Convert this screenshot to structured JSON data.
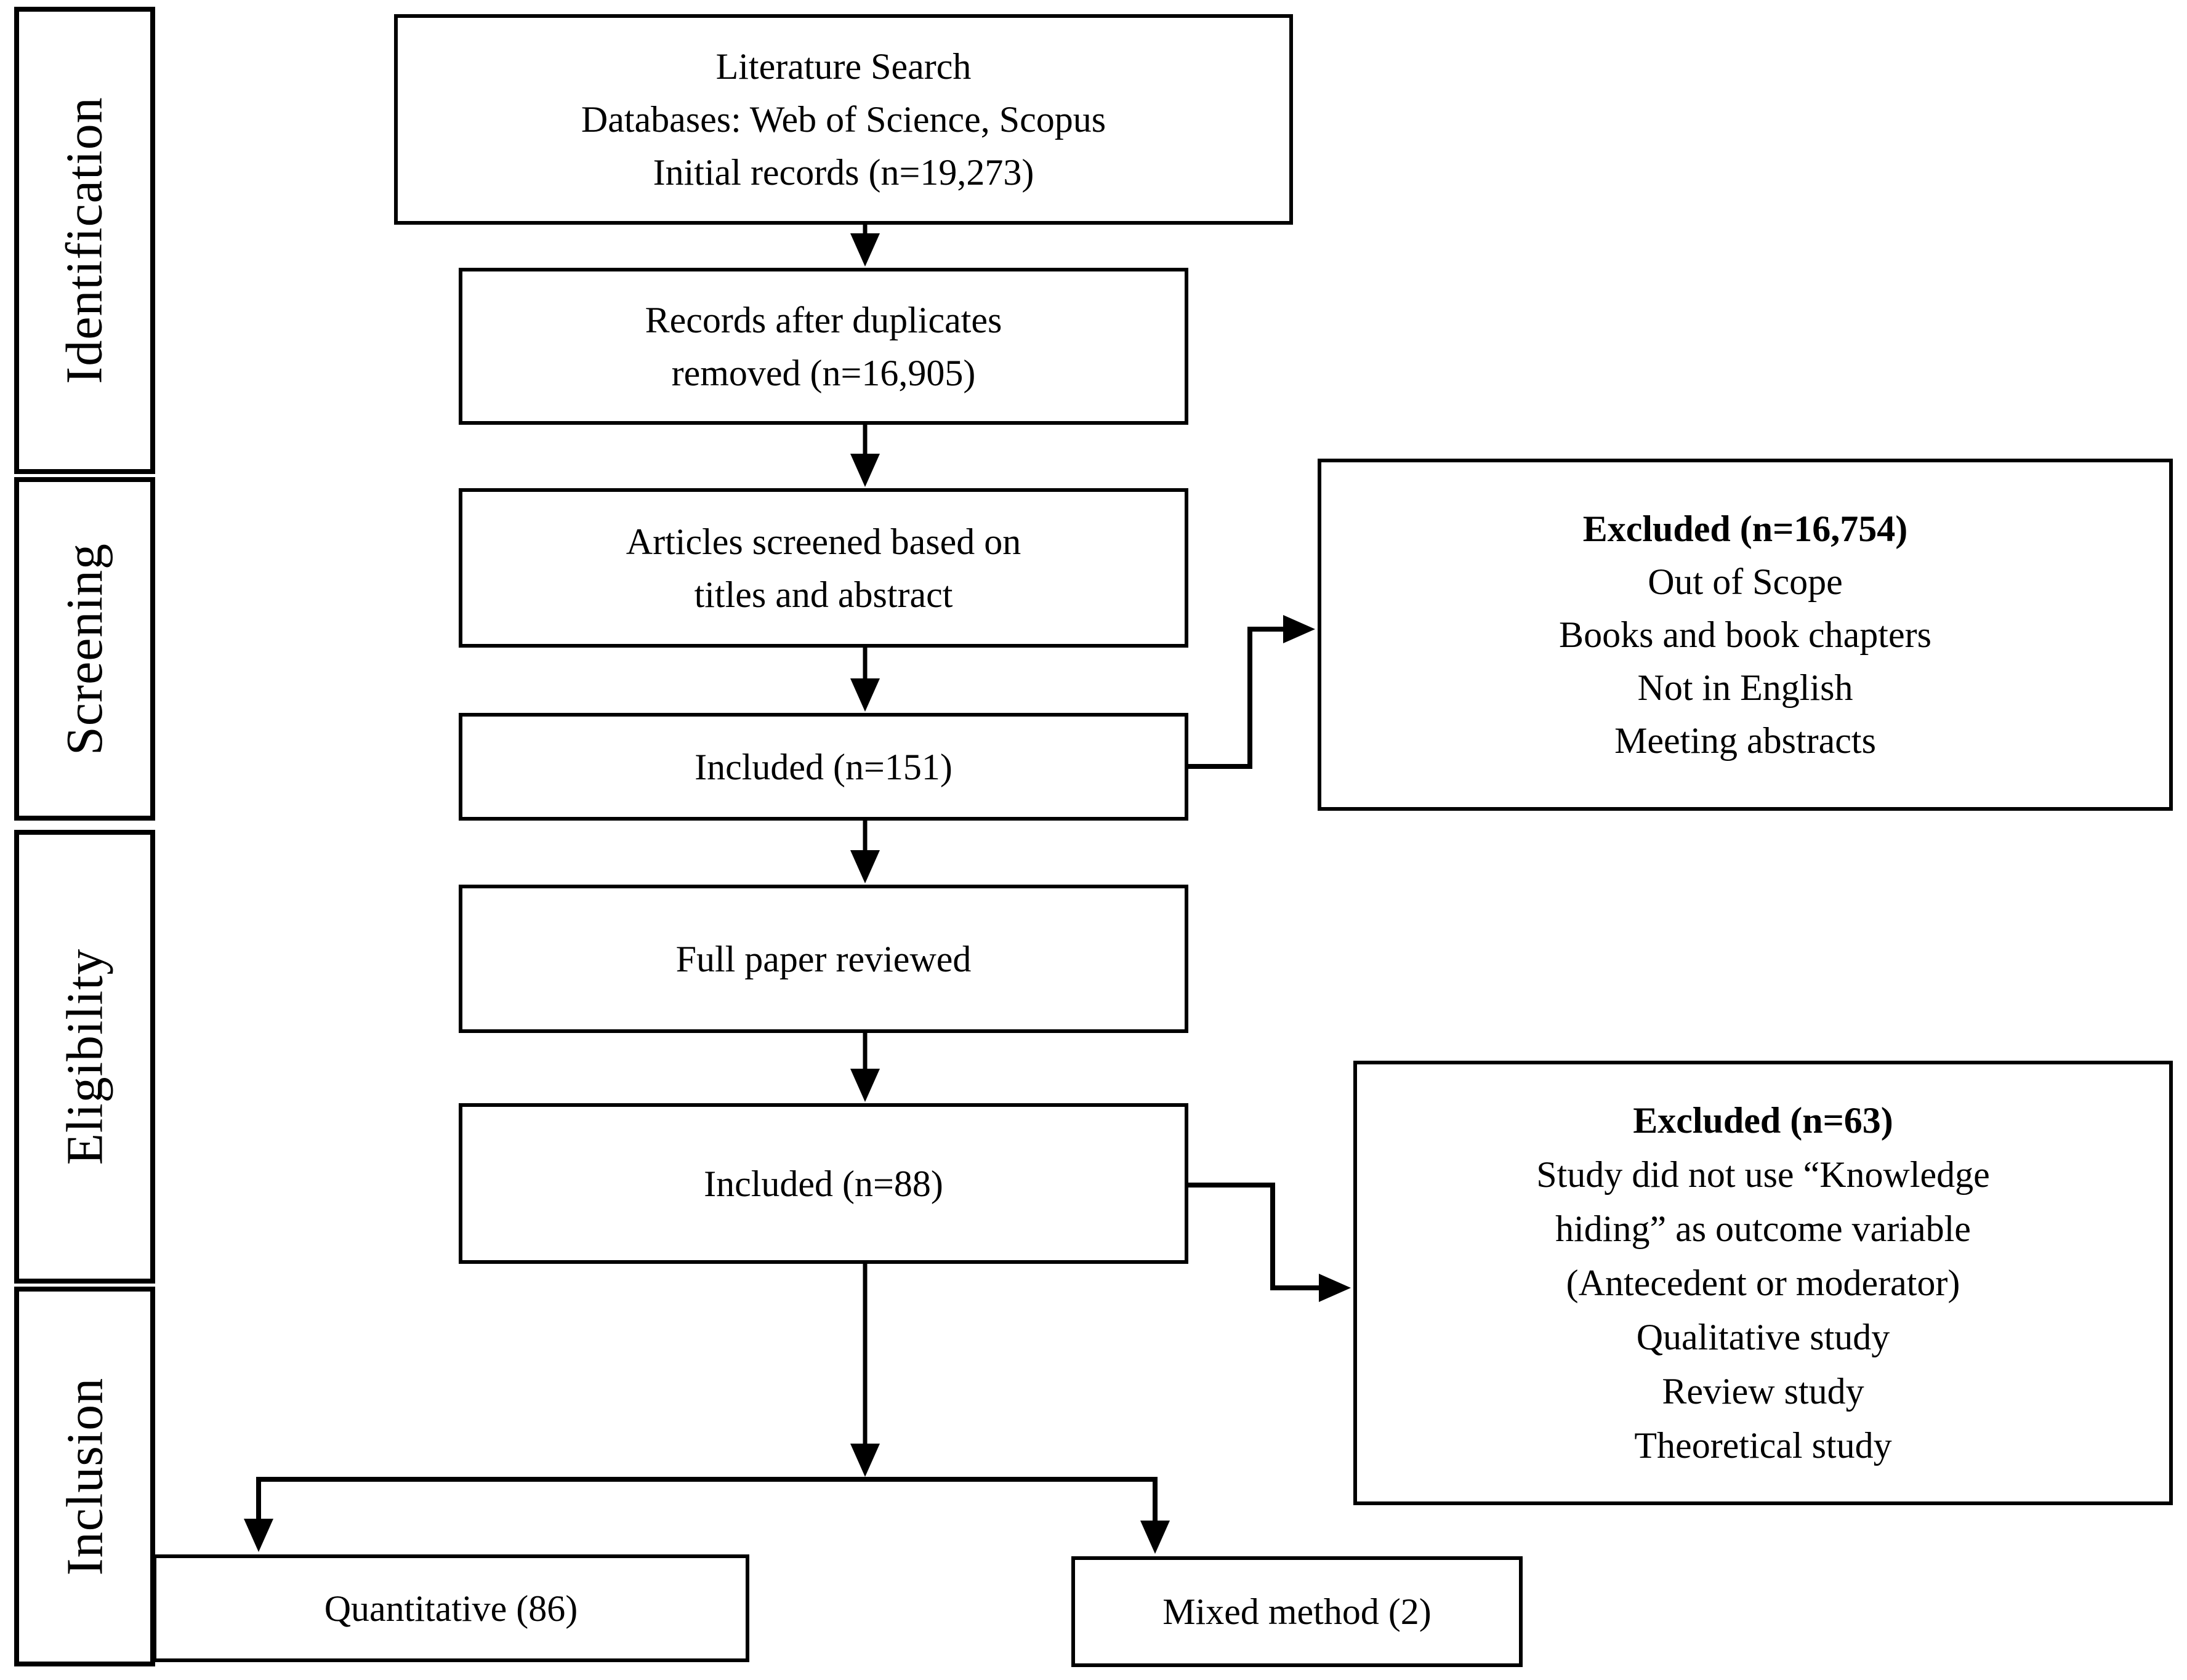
{
  "colors": {
    "background": "#ffffff",
    "line": "#000000",
    "text": "#000000"
  },
  "stages": [
    "Identification",
    "Screening",
    "Eligibility",
    "Inclusion"
  ],
  "flow": {
    "literature_search": {
      "lines": [
        "Literature Search",
        "Databases: Web of Science, Scopus",
        "Initial records (n=19,273)"
      ]
    },
    "duplicates_removed": {
      "lines": [
        "Records after duplicates",
        "removed (n=16,905)"
      ]
    },
    "articles_screened": {
      "lines": [
        "Articles screened based on",
        "titles and abstract"
      ]
    },
    "included_screening": {
      "label": "Included (n=151)"
    },
    "full_paper_reviewed": {
      "label": "Full paper reviewed"
    },
    "included_eligibility": {
      "label": "Included (n=88)"
    },
    "quantitative": {
      "label": "Quantitative (86)"
    },
    "mixed_method": {
      "label": "Mixed method (2)"
    }
  },
  "excluded_screening": {
    "title": "Excluded (n=16,754)",
    "lines": [
      "Out of Scope",
      "Books and book chapters",
      "Not in English",
      "Meeting abstracts"
    ]
  },
  "excluded_eligibility": {
    "title": "Excluded (n=63)",
    "lines": [
      "Study did not use “Knowledge",
      "hiding” as outcome variable",
      "(Antecedent or moderator)",
      "Qualitative study",
      "Review study",
      "Theoretical study"
    ]
  }
}
